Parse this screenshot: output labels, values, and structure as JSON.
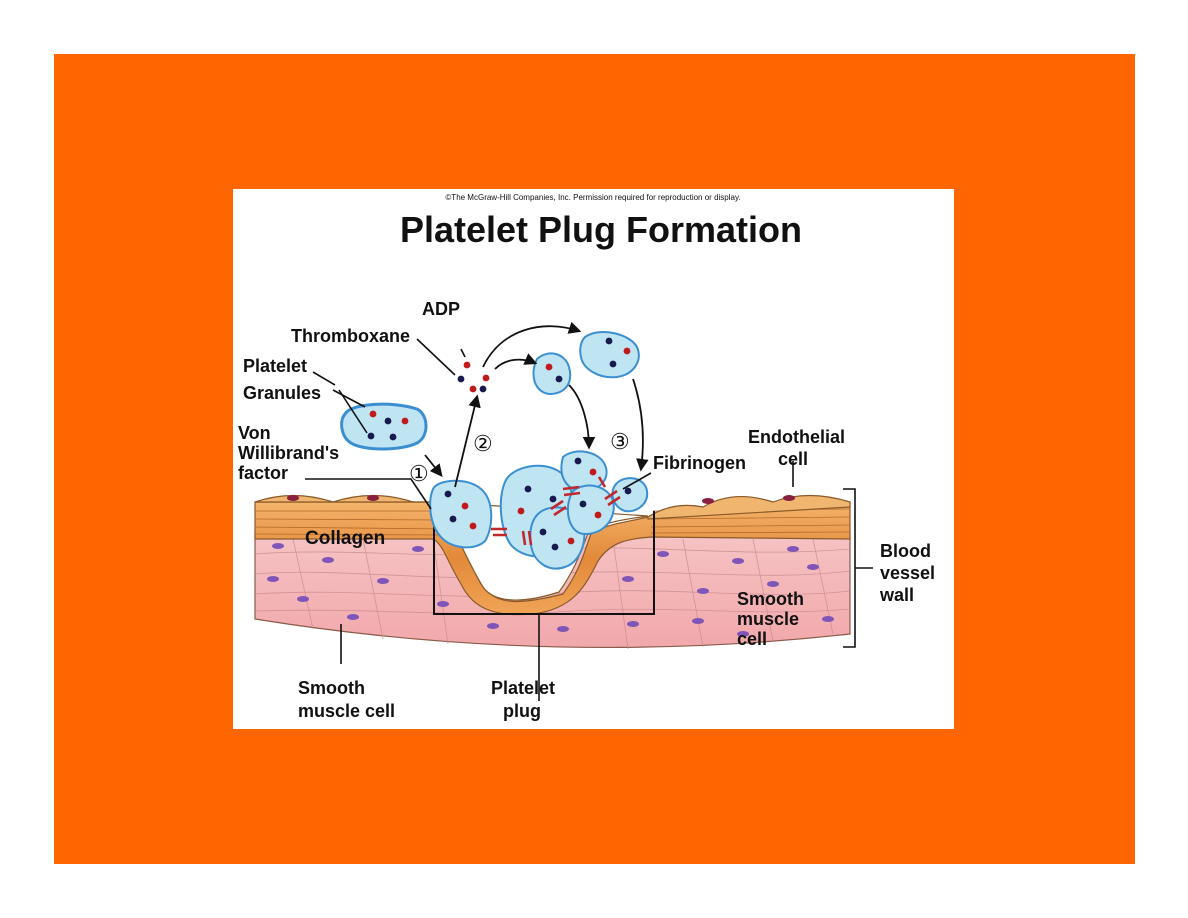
{
  "colors": {
    "slide_background": "#ff6600",
    "figure_background": "#ffffff",
    "platelet_fill": "#bfe4f2",
    "platelet_outline": "#3b8fd0",
    "granule_red": "#c01a1a",
    "granule_navy": "#17194f",
    "collagen": "#e8933f",
    "smooth_muscle": "#f3b6ba",
    "nucleus": "#7f56b8",
    "fibrinogen": "#c0282d"
  },
  "copyright": "©The McGraw-Hill Companies, Inc. Permission required for reproduction or display.",
  "title": "Platelet Plug Formation",
  "labels": {
    "adp": "ADP",
    "thromboxane": "Thromboxane",
    "platelet": "Platelet",
    "granules": "Granules",
    "von_willibrand": [
      "Von",
      "Willibrand's",
      "factor"
    ],
    "collagen": "Collagen",
    "endothelial_cell": [
      "Endothelial",
      "cell"
    ],
    "fibrinogen": "Fibrinogen",
    "blood_vessel_wall": [
      "Blood",
      "vessel",
      "wall"
    ],
    "smooth_muscle_cell_right": [
      "Smooth",
      "muscle",
      "cell"
    ],
    "smooth_muscle_cell_bottom": [
      "Smooth",
      "muscle cell"
    ],
    "platelet_plug": [
      "Platelet",
      "plug"
    ]
  },
  "steps": [
    "①",
    "②",
    "③"
  ],
  "icons": [
    "arrow-icon",
    "granule-icon",
    "nucleus-icon"
  ]
}
